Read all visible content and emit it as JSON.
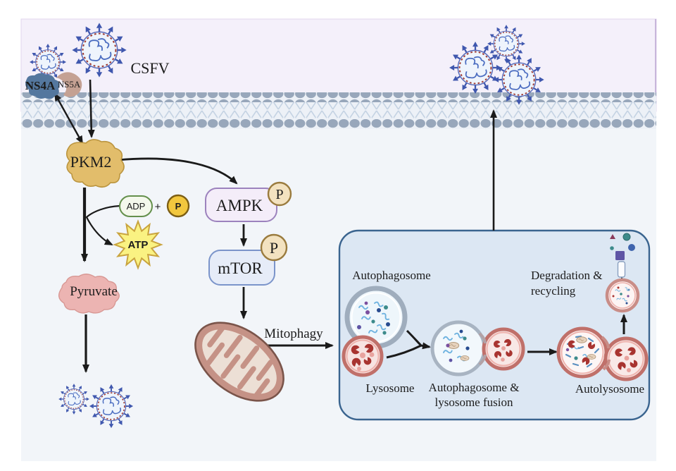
{
  "title": "CSFV PKM2-AMPK-mTOR mitophagy pathway diagram",
  "pathway": {
    "virus": "CSFV",
    "ns4a": "NS4A",
    "ns5a": "NS5A",
    "pkm2": "PKM2",
    "adp": "ADP",
    "plus": "+",
    "phosphate": "P",
    "atp": "ATP",
    "ampk": "AMPK",
    "mtor": "mTOR",
    "phospho": "P",
    "pyruvate": "Pyruvate",
    "mitophagy": "Mitophagy"
  },
  "panel": {
    "autophagosome": "Autophagosome",
    "lysosome": "Lysosome",
    "fusion1": "Autophagosome &",
    "fusion2": "lysosome fusion",
    "autolysosome": "Autolysosome",
    "degradation1": "Degradation &",
    "degradation2": "recycling"
  },
  "colors": {
    "extracellular": "#f4f0fa",
    "cytoplasm": "#f2f5f9",
    "membrane_head": "#98a7bb",
    "membrane_tail": "#c5d3e3",
    "virus_blue": "#3f57ae",
    "capsid_red": "#9e3a33",
    "pkm2_yellow": "#e2bd6b",
    "ampk_fill": "#f4edf9",
    "ampk_border": "#9c82bd",
    "mtor_fill": "#e6ecf8",
    "mtor_border": "#7b94ca",
    "adp_fill": "#f4f8ec",
    "adp_border": "#64904c",
    "p_yellow": "#f2c73e",
    "atp_star": "#faf282",
    "phospho_badge": "#f3e2c0",
    "pyruvate_pink": "#ecb4b2",
    "mito_outer": "#c59286",
    "mito_matrix": "#ecdfd5",
    "panel_fill": "#dce7f3",
    "panel_border": "#3a648f",
    "lysosome_ring": "#c0706a",
    "autophagosome_ring": "#9fadbd",
    "arrow": "#1a1a1a"
  }
}
